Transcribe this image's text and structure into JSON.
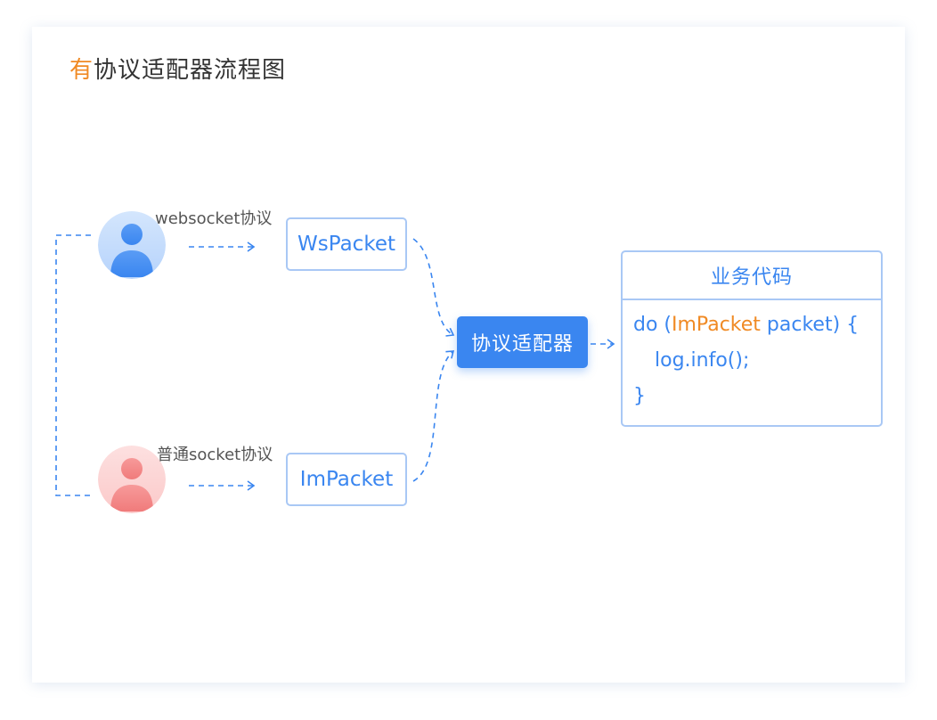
{
  "title": {
    "highlight": "有",
    "rest": "协议适配器流程图"
  },
  "clients": [
    {
      "label": "websocket协议",
      "color": "blue"
    },
    {
      "label": "普通socket协议",
      "color": "red"
    }
  ],
  "packets": [
    {
      "label": "WsPacket"
    },
    {
      "label": "ImPacket"
    }
  ],
  "adapter": {
    "label": "协议适配器"
  },
  "business": {
    "header": "业务代码",
    "code": {
      "line1_prefix": "do (",
      "line1_type": "ImPacket",
      "line1_suffix": " packet)  {",
      "line2": "log.info();",
      "line3": "}"
    }
  },
  "colors": {
    "accent": "#3a86f0",
    "highlight": "#f08a24",
    "border": "#a9c8f5",
    "text": "#333333"
  }
}
